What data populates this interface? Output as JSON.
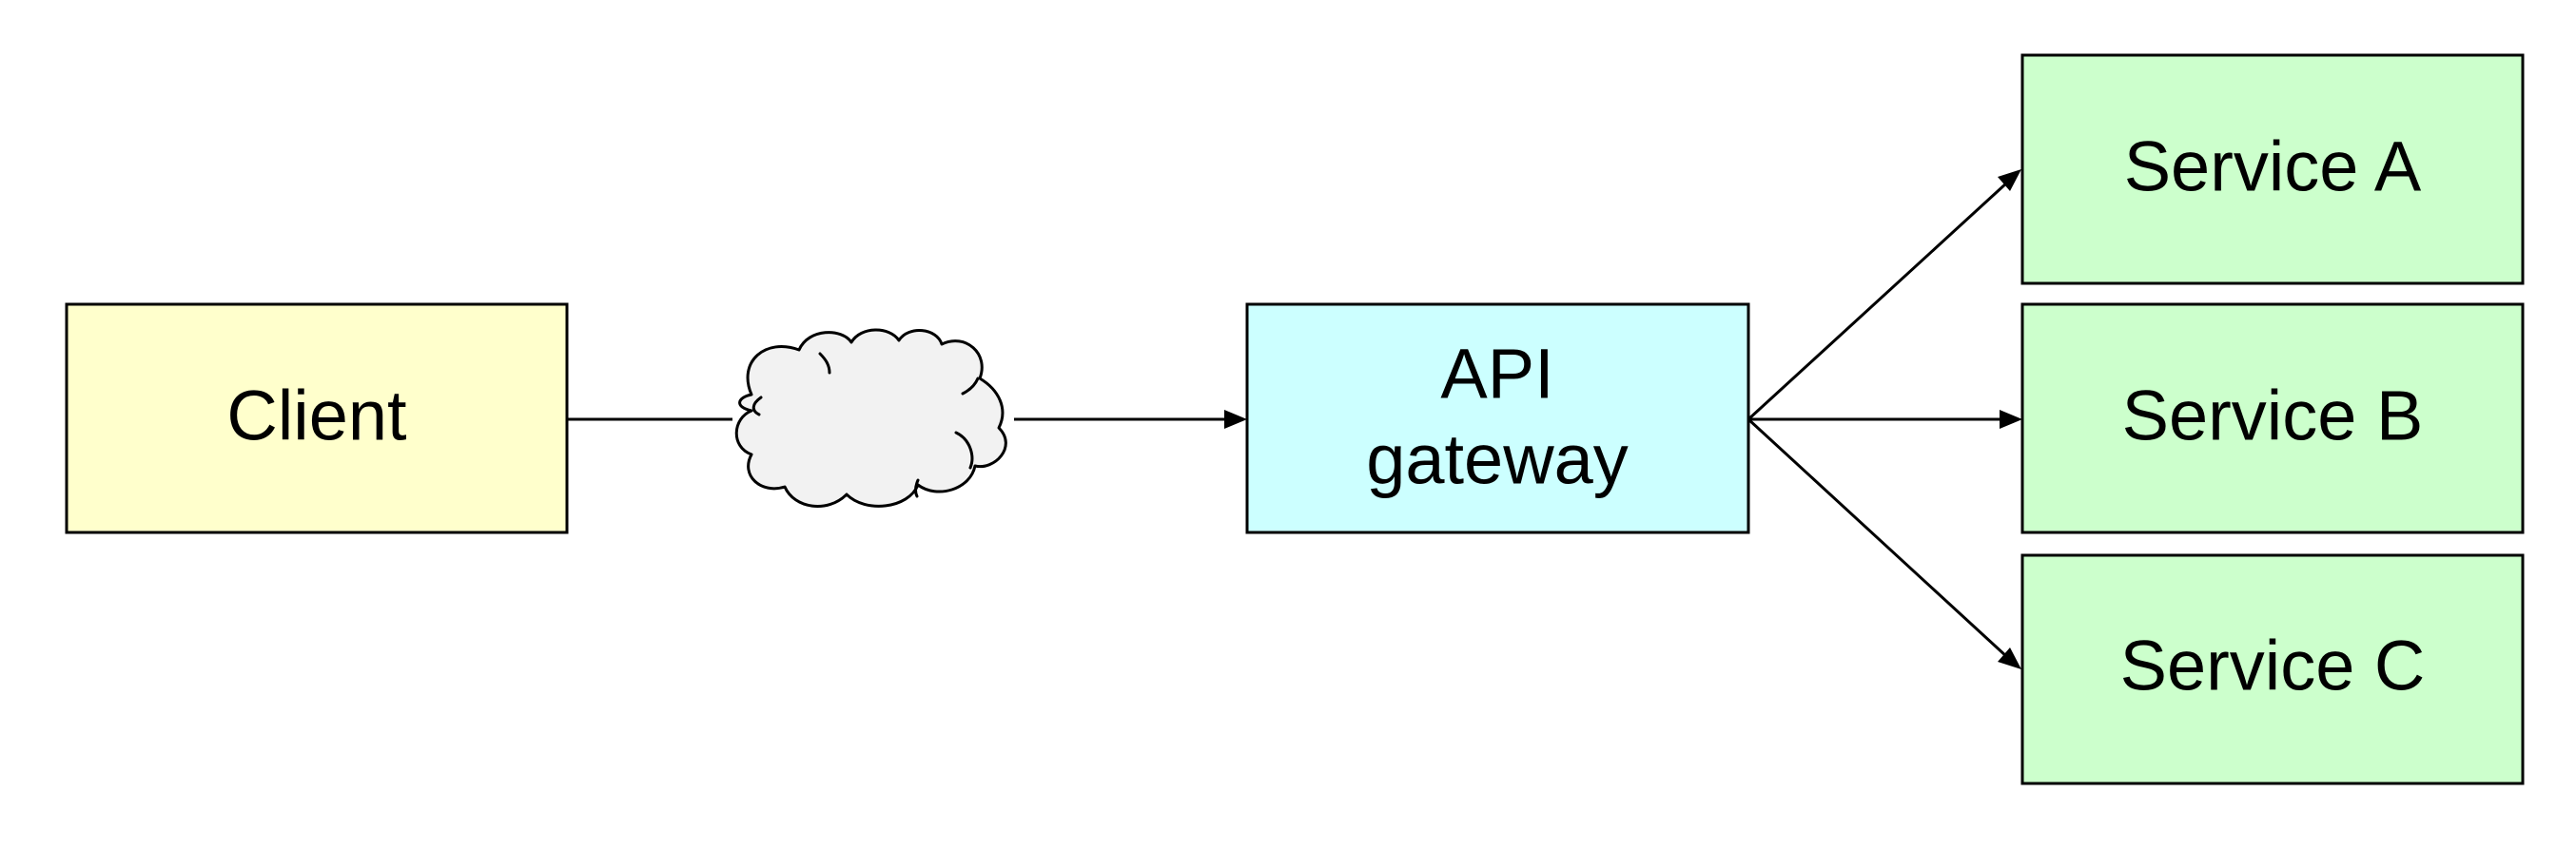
{
  "diagram": {
    "nodes": {
      "client": {
        "label": "Client",
        "fill": "#ffffcc"
      },
      "gateway": {
        "label_line1": "API",
        "label_line2": "gateway",
        "fill": "#ccffff"
      },
      "service_a": {
        "label": "Service A",
        "fill": "#ccffcc"
      },
      "service_b": {
        "label": "Service B",
        "fill": "#ccffcc"
      },
      "service_c": {
        "label": "Service C",
        "fill": "#ccffcc"
      }
    },
    "network": {
      "icon": "cloud-icon",
      "fill": "#f2f2f2"
    },
    "edges": [
      {
        "from": "client",
        "to": "network",
        "arrow": false
      },
      {
        "from": "network",
        "to": "gateway",
        "arrow": true
      },
      {
        "from": "gateway",
        "to": "service_a",
        "arrow": true
      },
      {
        "from": "gateway",
        "to": "service_b",
        "arrow": true
      },
      {
        "from": "gateway",
        "to": "service_c",
        "arrow": true
      }
    ],
    "line_color": "#000000"
  }
}
